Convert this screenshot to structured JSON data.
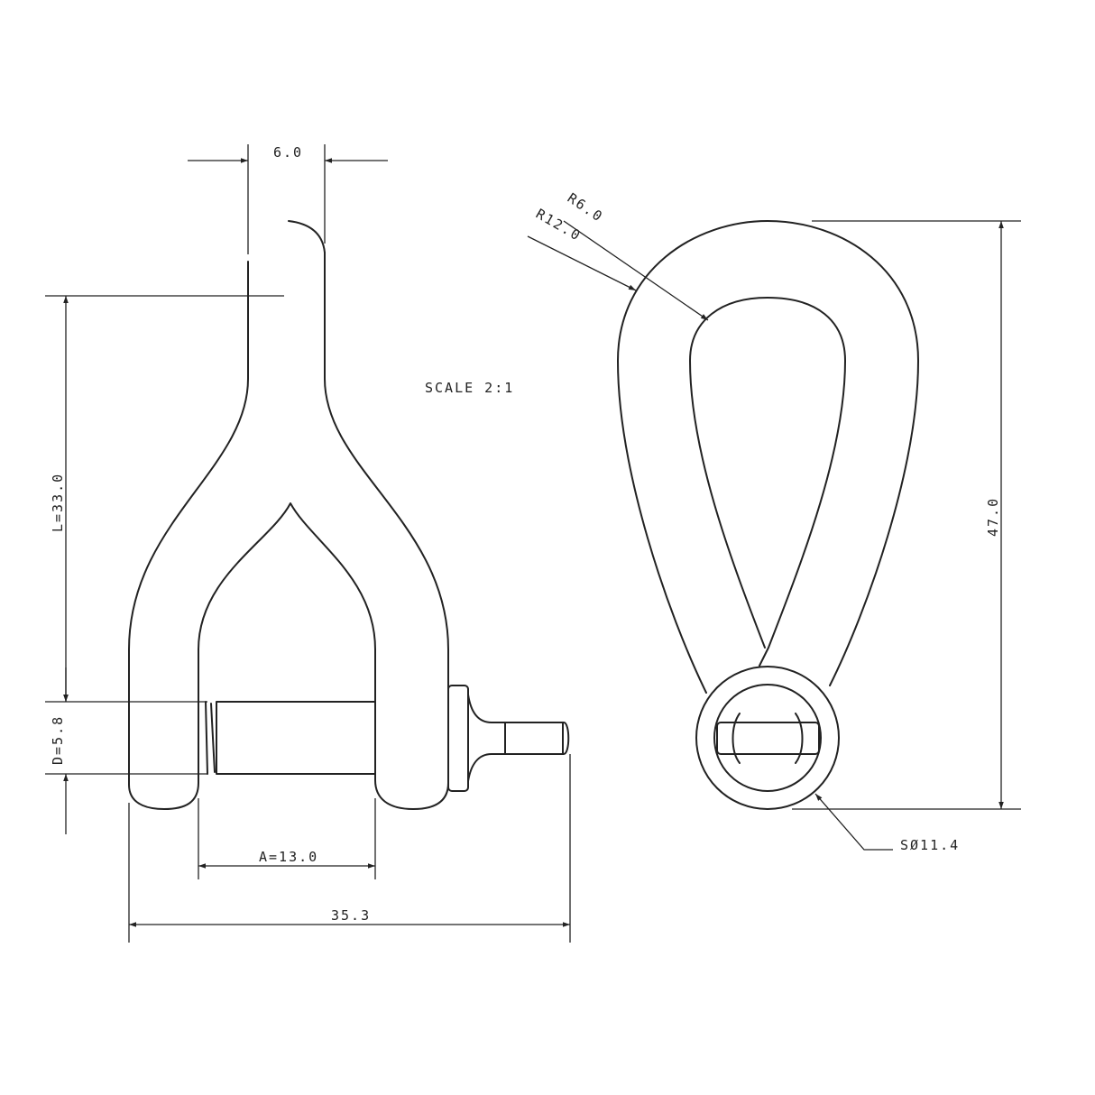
{
  "drawing": {
    "scale_label": "SCALE  2:1",
    "dimensions": {
      "top_width": "6.0",
      "length": "L=33.0",
      "pin_diameter": "D=5.8",
      "inner_width": "A=13.0",
      "overall_width": "35.3",
      "height": "47.0",
      "inner_radius": "R6.0",
      "outer_radius": "R12.0",
      "ring_diameter": "SØ11.4"
    }
  }
}
